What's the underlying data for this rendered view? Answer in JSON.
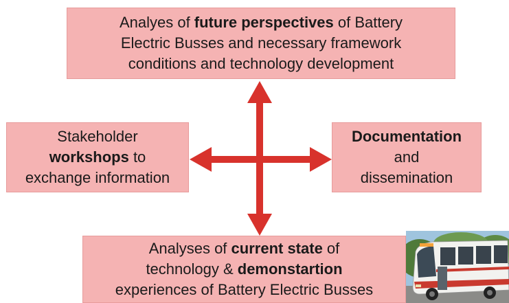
{
  "boxes": {
    "top": {
      "part1": "Analyes of ",
      "bold1": "future perspectives",
      "part2": " of Battery",
      "line2": "Electric Busses and  necessary framework",
      "line3": "conditions and technology development"
    },
    "left": {
      "line1": "Stakeholder",
      "bold1": "workshops",
      "part2": " to",
      "line3": "exchange information"
    },
    "right": {
      "bold1": "Documentation",
      "line2": "and",
      "line3": "dissemination"
    },
    "bottom": {
      "part1": "Analyses of ",
      "bold1": "current state",
      "part2": " of",
      "part3": "technology & ",
      "bold2": "demonstartion",
      "line3": "experiences of Battery Electric Busses"
    }
  },
  "colors": {
    "box_fill": "#f5b3b3",
    "arrow": "#d8322c"
  },
  "icons": {
    "photo": "battery-electric-bus-photo"
  }
}
